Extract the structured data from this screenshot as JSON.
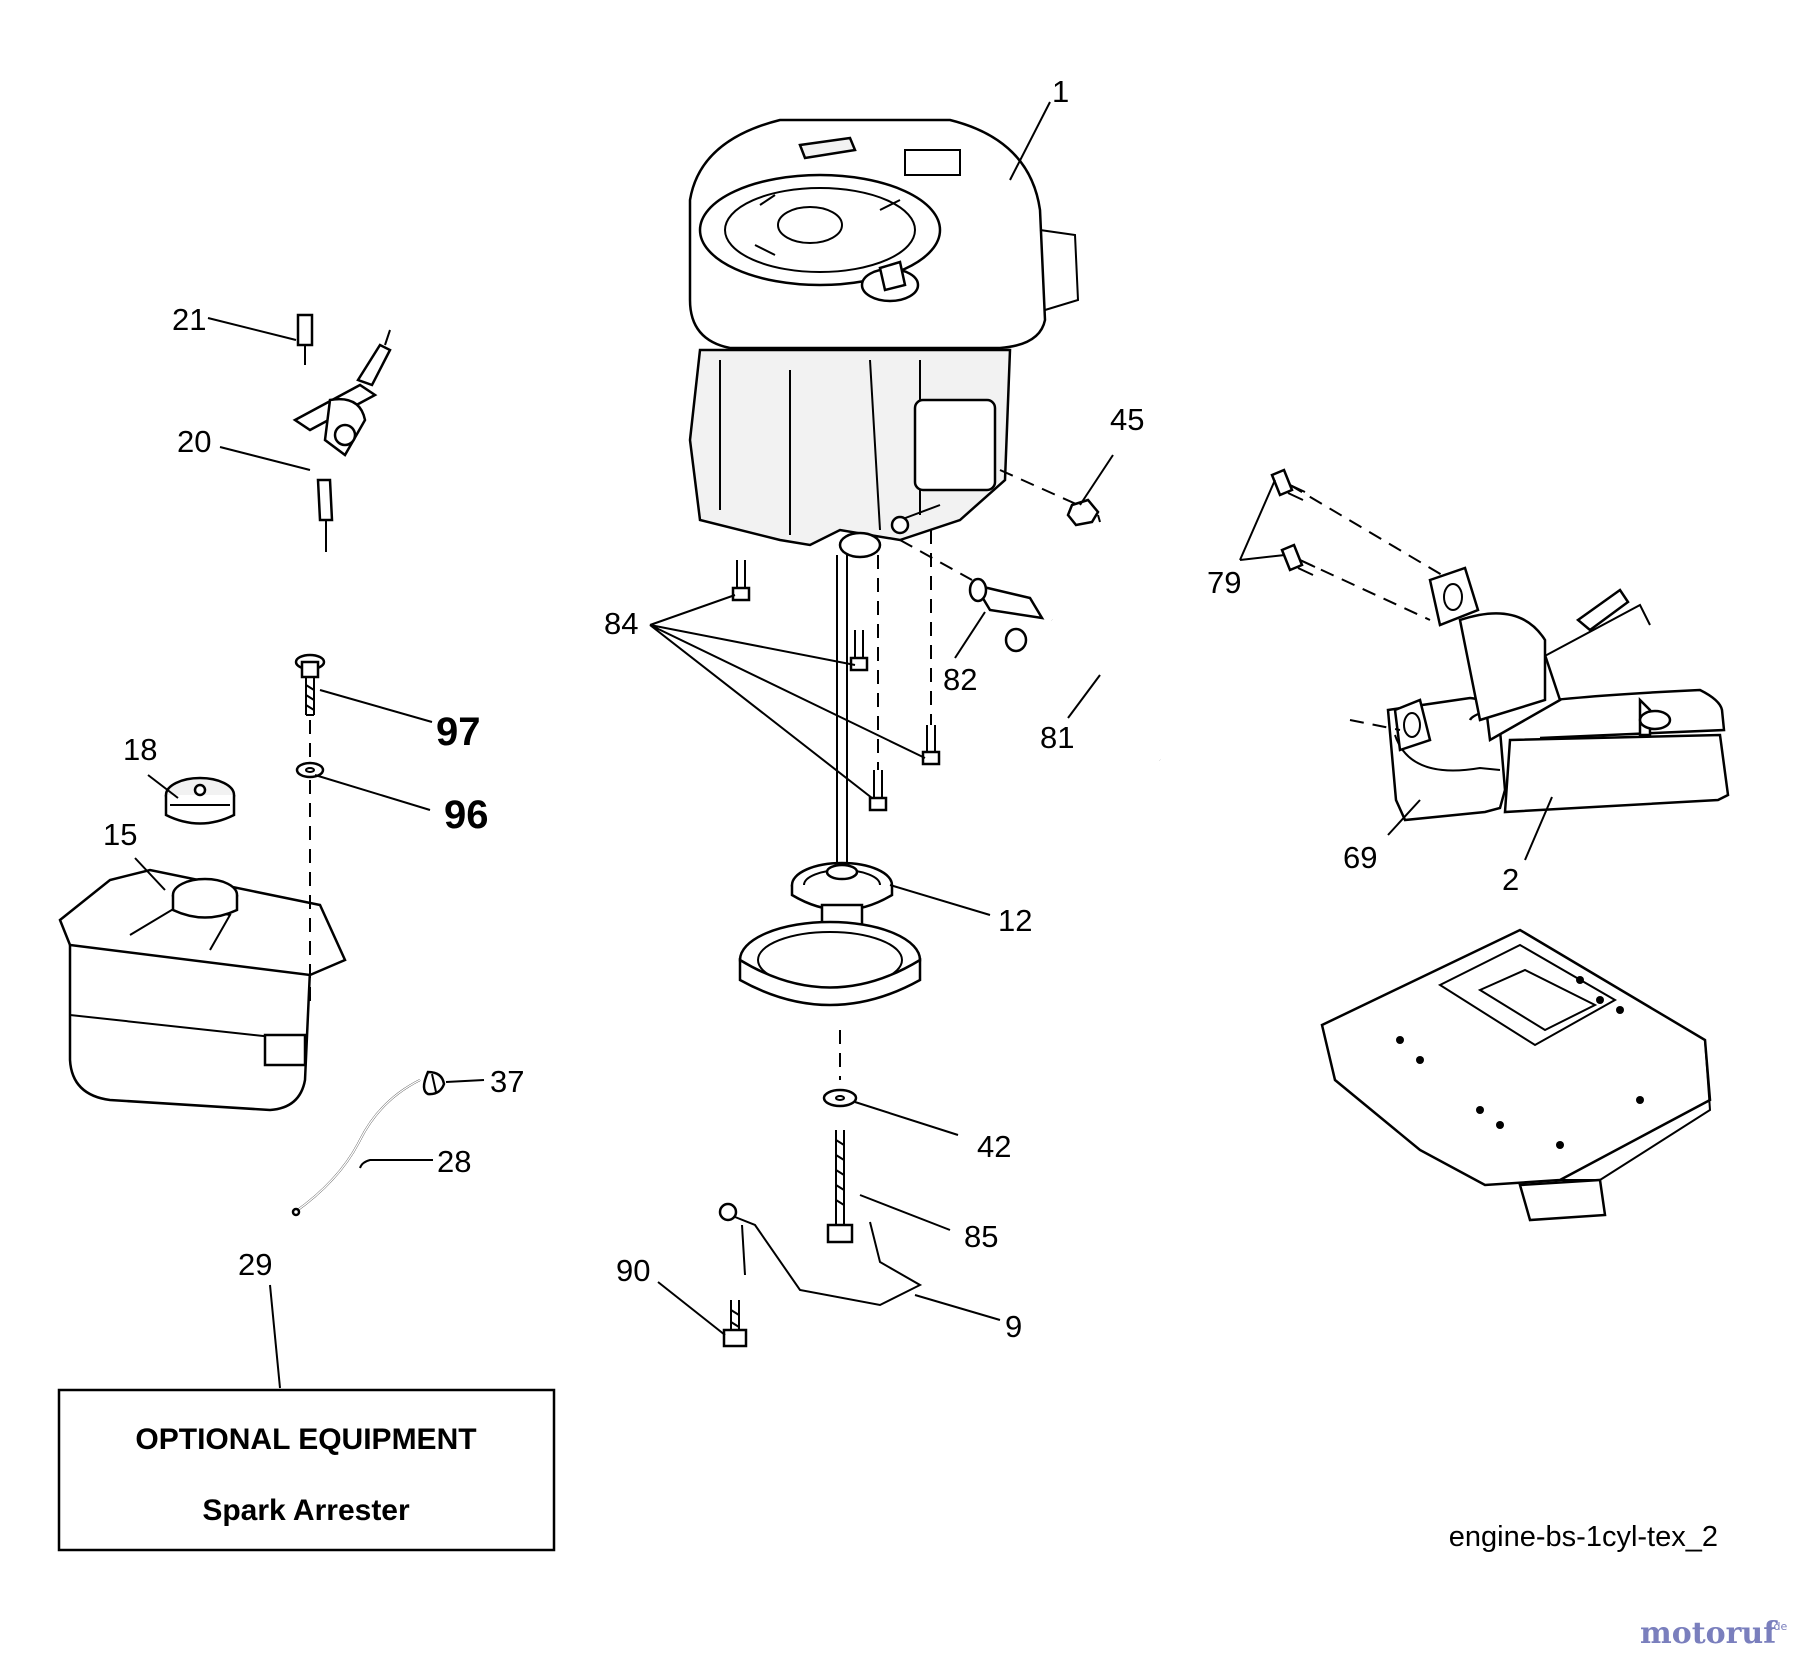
{
  "diagram": {
    "callouts": [
      {
        "id": "c-1",
        "text": "1"
      },
      {
        "id": "c-2",
        "text": "2"
      },
      {
        "id": "c-9",
        "text": "9"
      },
      {
        "id": "c-12",
        "text": "12"
      },
      {
        "id": "c-15",
        "text": "15"
      },
      {
        "id": "c-18",
        "text": "18"
      },
      {
        "id": "c-20",
        "text": "20"
      },
      {
        "id": "c-21",
        "text": "21"
      },
      {
        "id": "c-28",
        "text": "28"
      },
      {
        "id": "c-29",
        "text": "29"
      },
      {
        "id": "c-37",
        "text": "37"
      },
      {
        "id": "c-42",
        "text": "42"
      },
      {
        "id": "c-45",
        "text": "45"
      },
      {
        "id": "c-69",
        "text": "69"
      },
      {
        "id": "c-79",
        "text": "79"
      },
      {
        "id": "c-81",
        "text": "81"
      },
      {
        "id": "c-82",
        "text": "82"
      },
      {
        "id": "c-84",
        "text": "84"
      },
      {
        "id": "c-85",
        "text": "85"
      },
      {
        "id": "c-90",
        "text": "90"
      },
      {
        "id": "c-96",
        "text": "96"
      },
      {
        "id": "c-97",
        "text": "97"
      }
    ],
    "optional_box": {
      "heading": "OPTIONAL EQUIPMENT",
      "item": "Spark Arrester"
    },
    "reference": "engine-bs-1cyl-tex_2",
    "watermark": {
      "main": "motoruf",
      "suffix": ".de",
      "colors": {
        "primary": "#7a7fbd",
        "accent": "#e27a3f"
      }
    }
  }
}
